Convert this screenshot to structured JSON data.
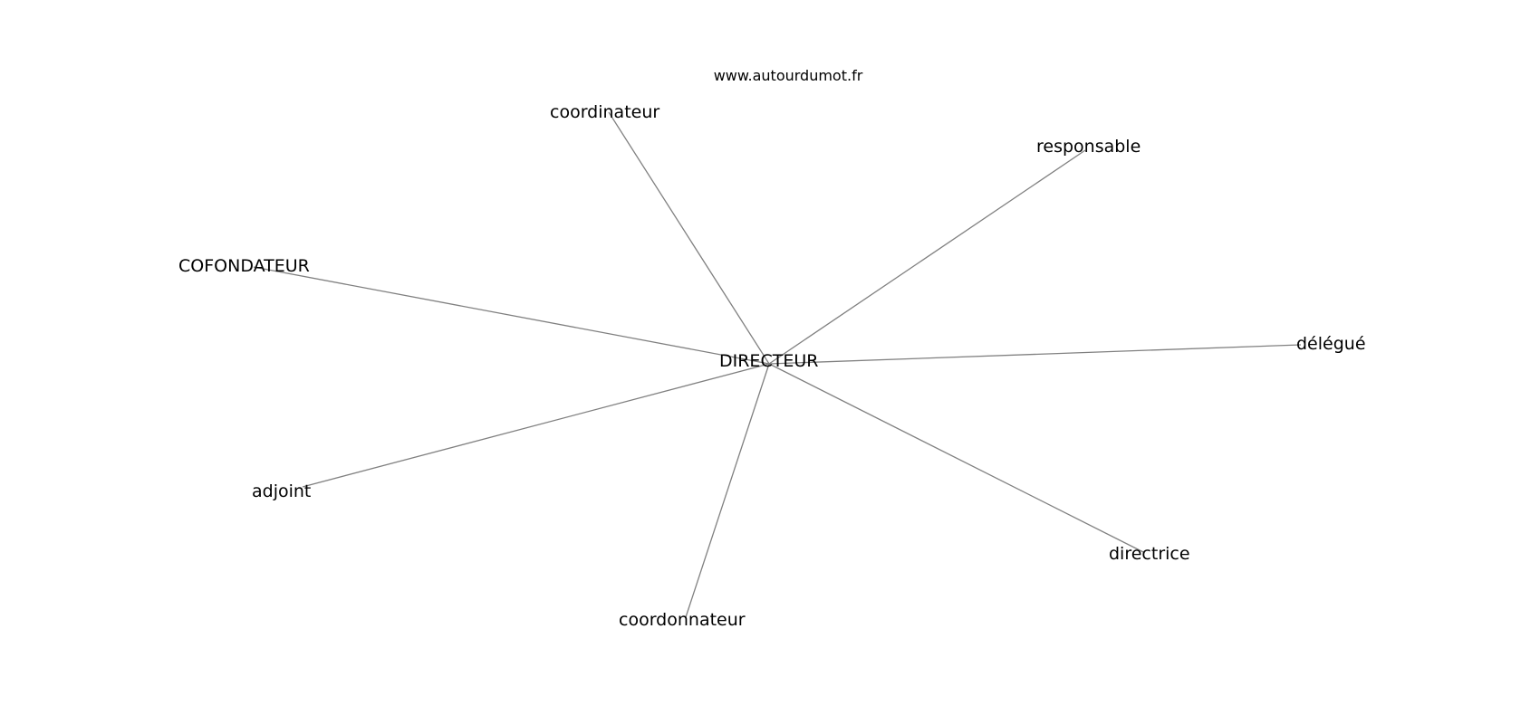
{
  "source_label": "www.autourdumot.fr",
  "center": {
    "label": "DIRECTEUR"
  },
  "neighbors": [
    {
      "id": "coordinateur",
      "label": "coordinateur"
    },
    {
      "id": "responsable",
      "label": "responsable"
    },
    {
      "id": "cofondateur",
      "label": "COFONDATEUR"
    },
    {
      "id": "delegue",
      "label": "délégué"
    },
    {
      "id": "adjoint",
      "label": "adjoint"
    },
    {
      "id": "directrice",
      "label": "directrice"
    },
    {
      "id": "coordonnateur",
      "label": "coordonnateur"
    }
  ],
  "colors": {
    "edge": "#808080",
    "text": "#000000",
    "background": "#ffffff"
  }
}
